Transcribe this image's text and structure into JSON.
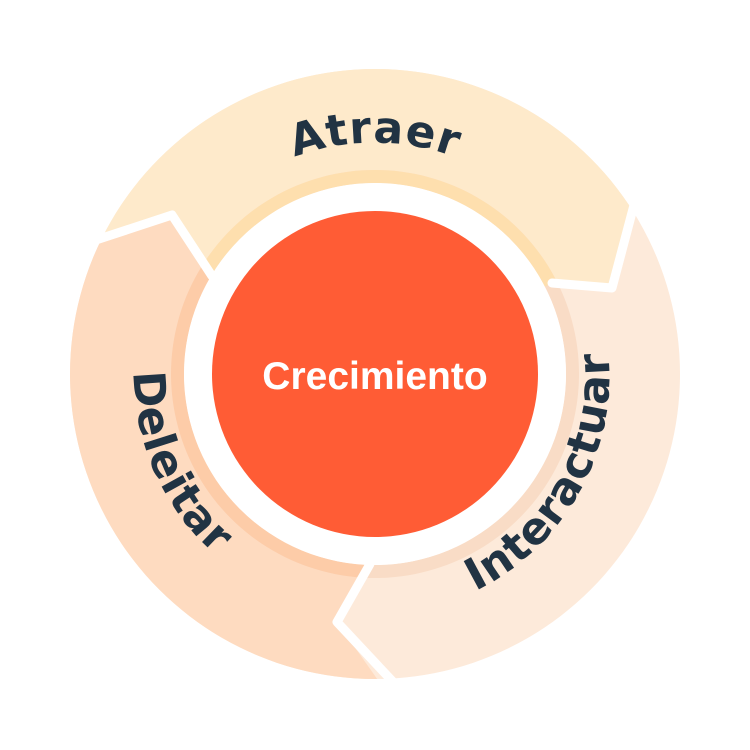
{
  "diagram": {
    "type": "flywheel",
    "center": {
      "label": "Crecimiento",
      "color": "#FF5C35",
      "text_color": "#FFFFFF"
    },
    "segments": [
      {
        "id": "atraer",
        "label": "Atraer",
        "color": "#FEEACB",
        "band_color": "#FEDFAE"
      },
      {
        "id": "interactuar",
        "label": "Interactuar",
        "color": "#FDEADA",
        "band_color": "#F9DCC6"
      },
      {
        "id": "deleitar",
        "label": "Deleitar",
        "color": "#FEDBC0",
        "band_color": "#FDCCA8"
      }
    ],
    "text_color": "#213343",
    "divider_color": "#FFFFFF"
  }
}
